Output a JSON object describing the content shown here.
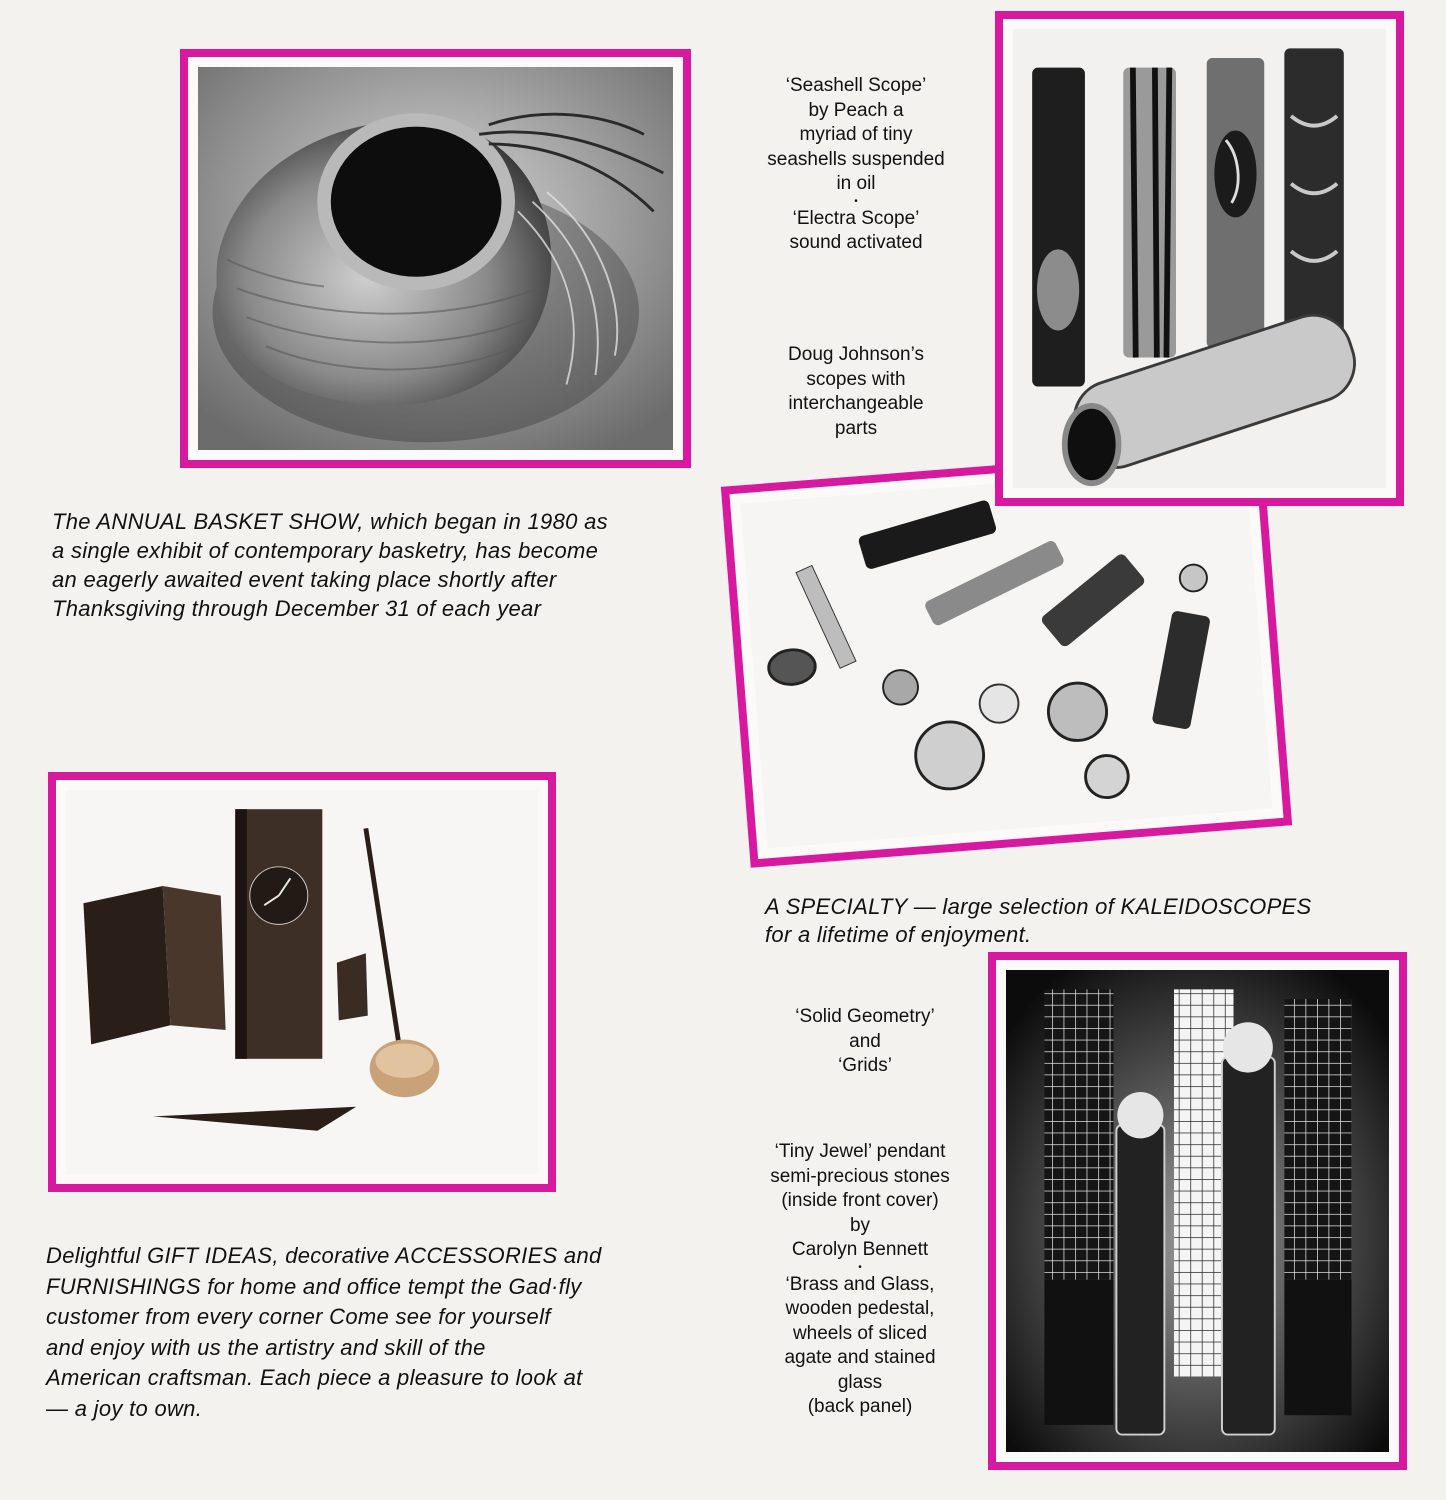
{
  "basket": {
    "caption_lines": [
      "The ANNUAL BASKET SHOW, which began in 1980 as",
      "a single exhibit of contemporary basketry, has become",
      "an eagerly awaited event taking place shortly after",
      "Thanksgiving through December 31 of each year"
    ]
  },
  "gifts": {
    "caption_lines": [
      "Delightful GIFT IDEAS, decorative ACCESSORIES and",
      "FURNISHINGS for home and office tempt the Gad·fly",
      "customer from every corner  Come see for yourself",
      "and enjoy with us the artistry and skill of the",
      "American craftsman. Each piece a pleasure to look at",
      "— a joy to own."
    ]
  },
  "scopes_top": {
    "seashell_lines": [
      "‘Seashell Scope’",
      "by Peach a",
      "myriad of tiny",
      "seashells suspended",
      "in oil"
    ],
    "bullet": "•",
    "electra_lines": [
      "‘Electra Scope’",
      "sound activated"
    ],
    "doug_lines": [
      "Doug Johnson’s",
      "scopes with",
      "interchangeable",
      "parts"
    ]
  },
  "specialty": {
    "caption_lines": [
      "A SPECIALTY — large selection of KALEIDOSCOPES",
      "for a lifetime of enjoyment."
    ]
  },
  "scopes_bottom": {
    "geometry_lines": [
      "‘Solid Geometry’",
      "and",
      "‘Grids’"
    ],
    "jewel_lines": [
      "‘Tiny Jewel’ pendant",
      "semi-precious stones",
      "(inside front cover)",
      "by",
      "Carolyn Bennett"
    ],
    "bullet": "•",
    "brass_lines": [
      "‘Brass and Glass,",
      "wooden pedestal,",
      "wheels of sliced",
      "agate and stained",
      "glass",
      "(back panel)"
    ]
  },
  "colors": {
    "frame": "#d6199e"
  }
}
